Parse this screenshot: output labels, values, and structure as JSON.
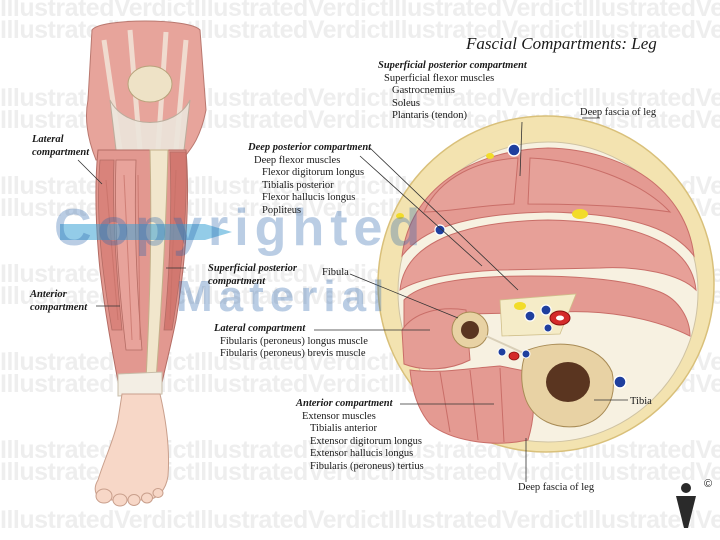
{
  "title": "Fascial Compartments: Leg",
  "watermark": {
    "row_text": "IllustratedVerdictIllustratedVerdictIllustratedVerdictIllustratedVerdict",
    "line1": "Copyrighted",
    "line2": "Material",
    "copyright_symbol": "©"
  },
  "labels": {
    "sup_post": {
      "heading": "Superficial posterior compartment",
      "items": [
        "Superficial flexor muscles",
        "Gastrocnemius",
        "Soleus",
        "Plantaris (tendon)"
      ]
    },
    "deep_fascia_top": "Deep fascia of leg",
    "deep_post": {
      "heading": "Deep posterior compartment",
      "items": [
        "Deep flexor muscles",
        "Flexor digitorum longus",
        "Tibialis posterior",
        "Flexor hallucis longus",
        "Popliteus"
      ]
    },
    "fibula": "Fibula",
    "lateral": {
      "heading": "Lateral compartment",
      "items": [
        "Fibularis (peroneus) longus muscle",
        "Fibularis (peroneus) brevis muscle"
      ]
    },
    "anterior": {
      "heading": "Anterior compartment",
      "items": [
        "Extensor muscles",
        "Tibialis anterior",
        "Extensor digitorum longus",
        "Extensor hallucis longus",
        "Fibularis (peroneus) tertius"
      ]
    },
    "tibia": "Tibia",
    "deep_fascia_bottom": "Deep fascia of leg",
    "left_lateral": [
      "Lateral",
      "compartment"
    ],
    "left_sup_post": [
      "Superficial posterior",
      "compartment"
    ],
    "left_anterior": [
      "Anterior",
      "compartment"
    ]
  },
  "colors": {
    "muscle": "#e49a92",
    "muscle_dark": "#c96e68",
    "fat": "#f3e3b0",
    "fascia": "#f7f1e1",
    "bone": "#e8d2a4",
    "marrow": "#5a3520",
    "artery": "#d42a2a",
    "vein": "#1f3f9e",
    "nerve": "#f2dc2a",
    "skin": "#f5d3c2",
    "tendon": "#f0ebde",
    "plane_arrow": "#3ba3d6"
  }
}
